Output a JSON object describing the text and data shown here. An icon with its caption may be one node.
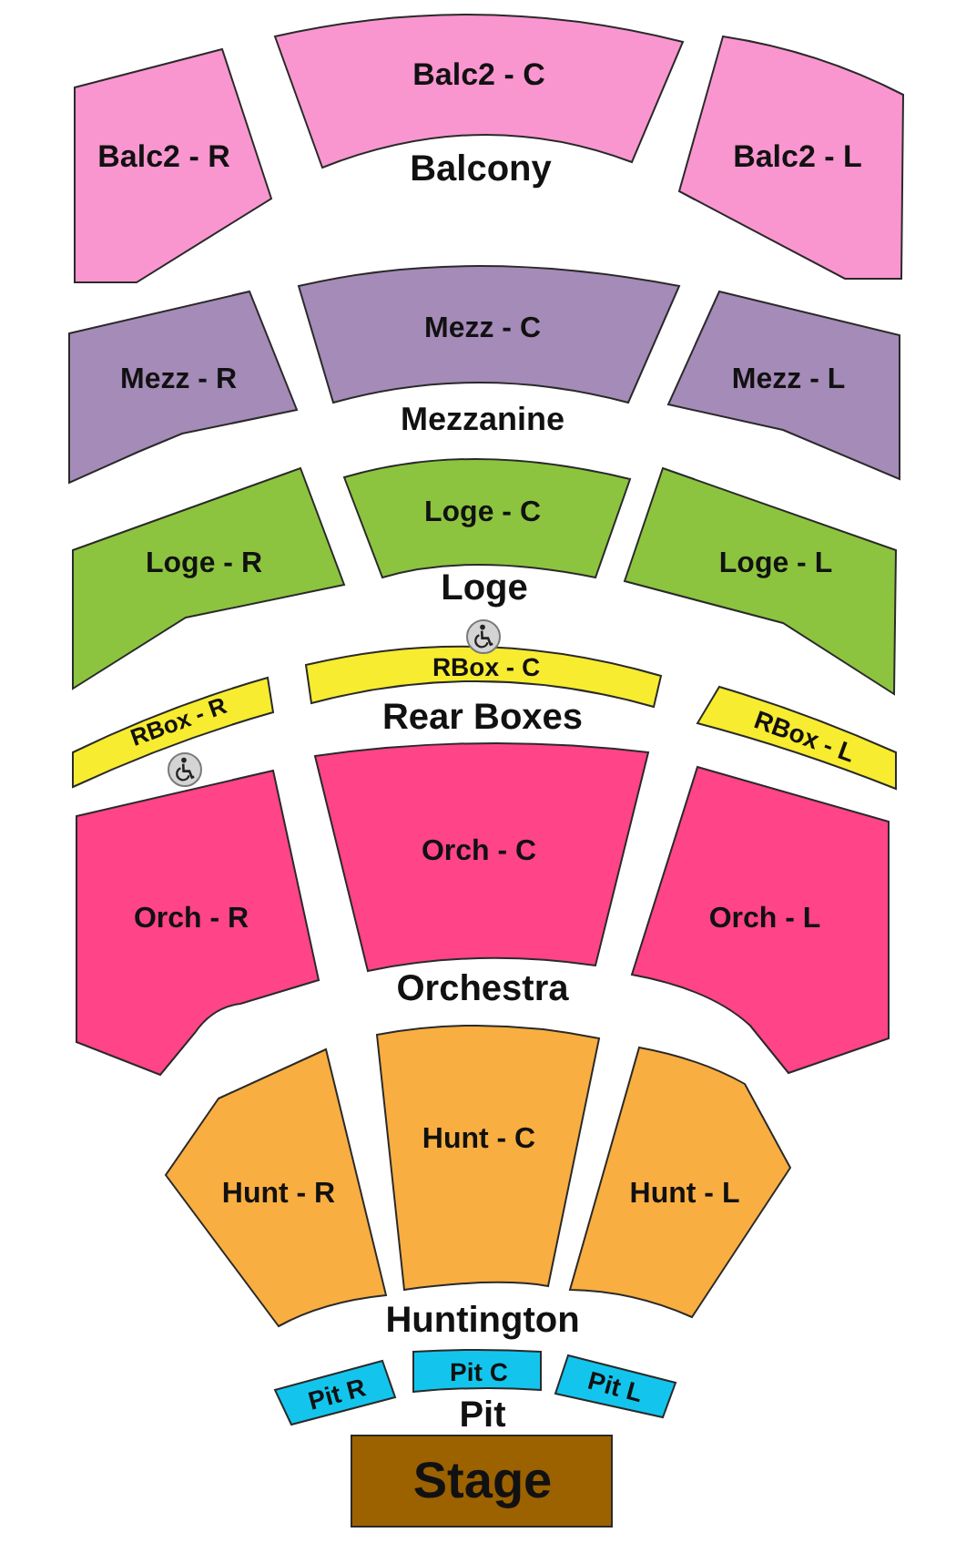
{
  "diagram": {
    "nodes": [
      {
        "text": [
          "Balc2 - R"
        ]
      },
      {
        "text": [
          "Balc2 - C"
        ]
      },
      {
        "text": [
          "Balc2 - L"
        ]
      },
      {
        "text": [
          "Mezz - R"
        ]
      },
      {
        "text": [
          "Mezz - C"
        ]
      },
      {
        "text": [
          "Mezz - L"
        ]
      },
      {
        "text": [
          "Loge - R"
        ]
      },
      {
        "text": [
          "Loge - C"
        ]
      },
      {
        "text": [
          "Loge - L"
        ]
      },
      {
        "text": [
          "RBox - R"
        ]
      },
      {
        "text": [
          "RBox - C"
        ]
      },
      {
        "text": [
          "RBox - L"
        ]
      },
      {
        "text": [
          "Orch - R"
        ]
      },
      {
        "text": [
          "Orch - C"
        ]
      },
      {
        "text": [
          "Orch - L"
        ]
      },
      {
        "text": [
          "Hunt - R"
        ]
      },
      {
        "text": [
          "Hunt - C"
        ]
      },
      {
        "text": [
          "Hunt - L"
        ]
      },
      {
        "text": [
          "Pit R"
        ]
      },
      {
        "text": [
          "Pit C"
        ]
      },
      {
        "text": [
          "Pit L"
        ]
      },
      {
        "text": [
          "Stage"
        ]
      }
    ],
    "labels": [
      "Balcony",
      "Mezzanine",
      "Loge",
      "Rear Boxes",
      "Orchestra",
      "Huntington",
      "Pit"
    ]
  }
}
